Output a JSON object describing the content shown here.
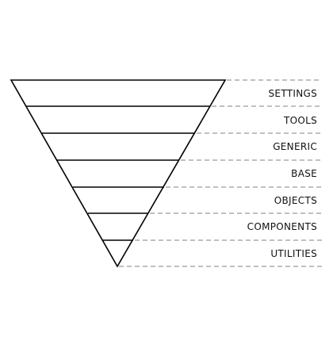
{
  "diagram": {
    "layers": [
      {
        "label": "SETTINGS"
      },
      {
        "label": "TOOLS"
      },
      {
        "label": "GENERIC"
      },
      {
        "label": "BASE"
      },
      {
        "label": "OBJECTS"
      },
      {
        "label": "COMPONENTS"
      },
      {
        "label": "UTILITIES"
      }
    ],
    "colors": {
      "stroke": "#000000",
      "dash": "#9a9a9a",
      "text": "#111111"
    }
  }
}
